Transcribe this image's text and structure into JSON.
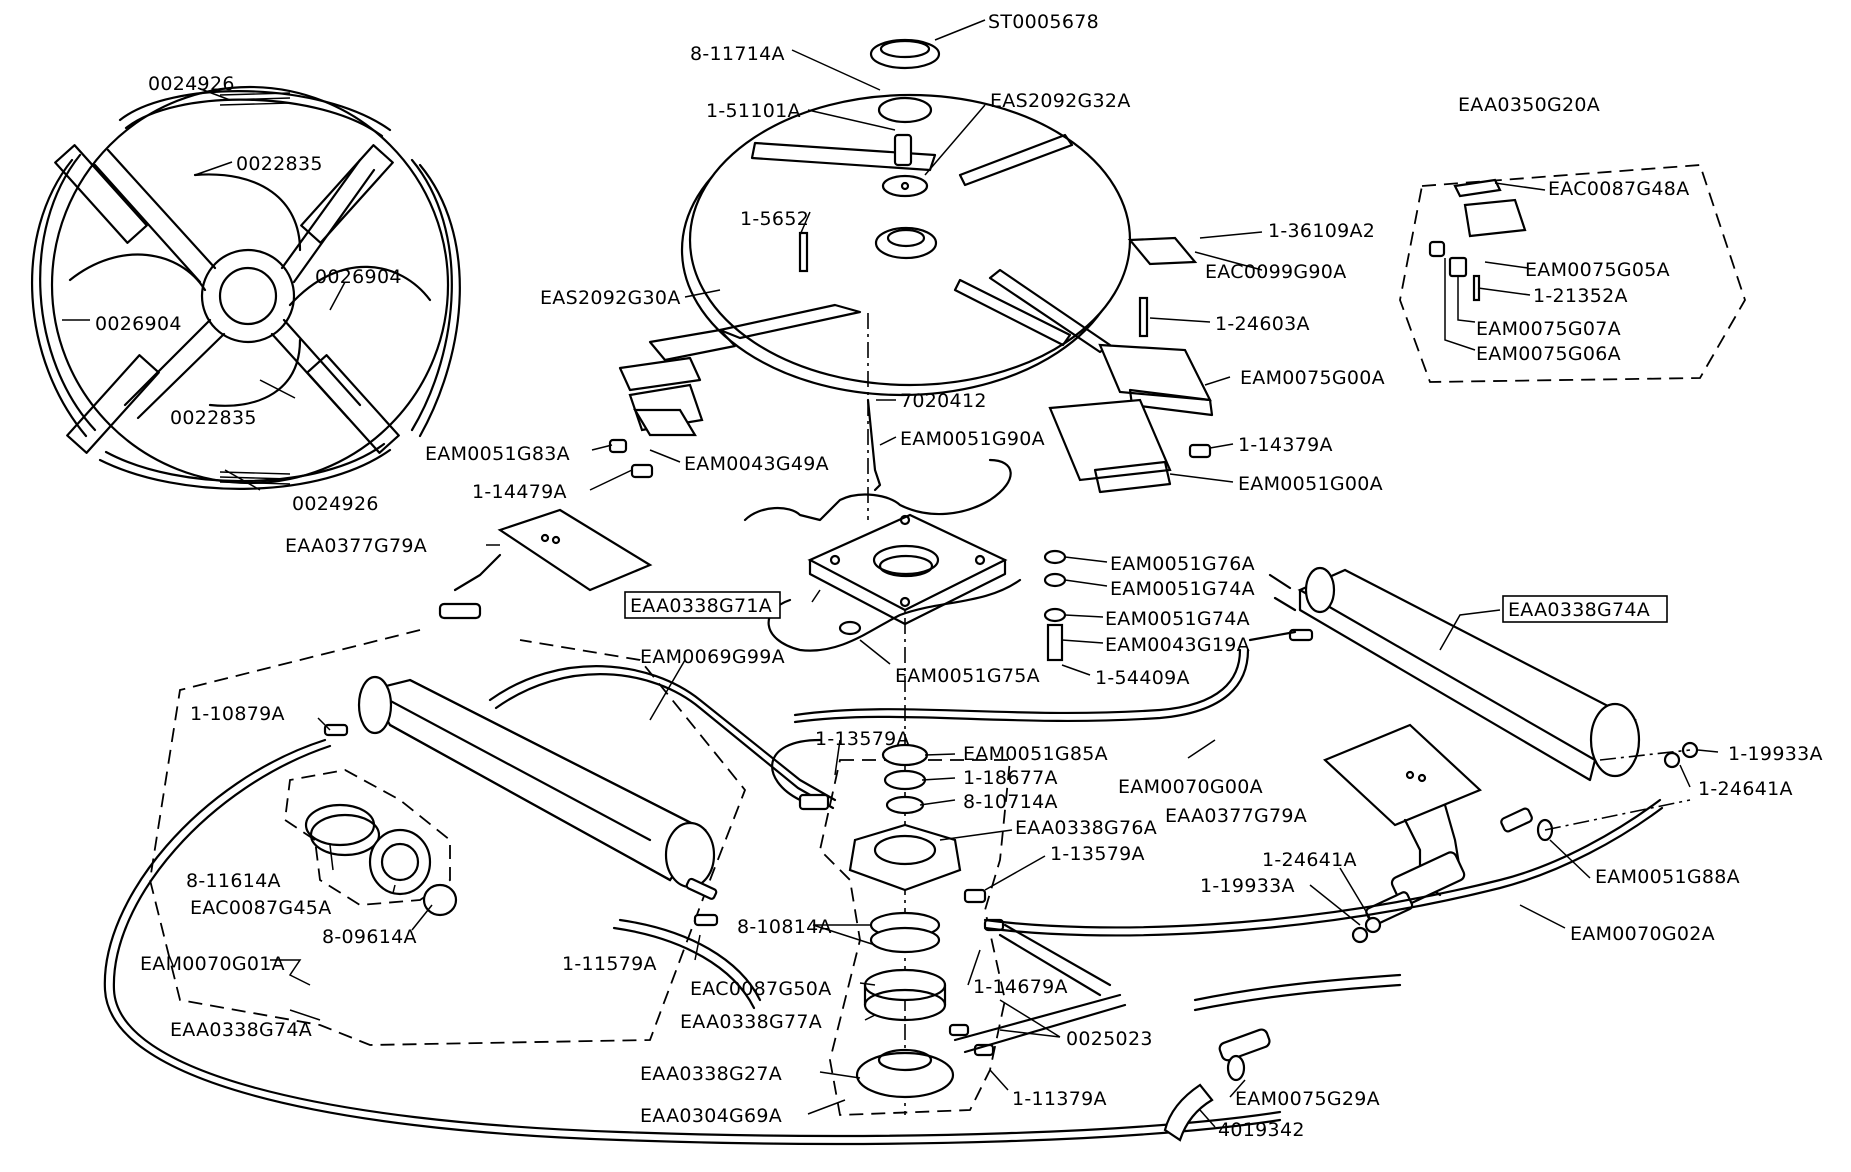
{
  "diagram": {
    "callouts": {
      "st0005678": "ST0005678",
      "p_8_11714a": "8-11714A",
      "p_1_51101a": "1-51101A",
      "eas2092g32a": "EAS2092G32A",
      "p_0024926_top": "0024926",
      "p_0022835_top": "0022835",
      "p_0026904_right": "0026904",
      "p_0026904_left": "0026904",
      "p_0022835_bottom": "0022835",
      "p_0024926_bottom": "0024926",
      "p_1_5652": "1-5652",
      "eas2092g30a": "EAS2092G30A",
      "p_1_36109a2": "1-36109A2",
      "eac0099g90a": "EAC0099G90A",
      "p_1_24603a": "1-24603A",
      "eam0075g00a": "EAM0075G00A",
      "p_7020412": "7020412",
      "eam0051g90a": "EAM0051G90A",
      "eam0051g83a": "EAM0051G83A",
      "eam0043g49a": "EAM0043G49A",
      "p_1_14479a": "1-14479A",
      "p_1_14379a": "1-14379A",
      "eam0051g00a": "EAM0051G00A",
      "eaa0350g20a": "EAA0350G20A",
      "eac0087g48a": "EAC0087G48A",
      "eam0075g05a": "EAM0075G05A",
      "p_1_21352a": "1-21352A",
      "eam0075g07a": "EAM0075G07A",
      "eam0075g06a": "EAM0075G06A",
      "eaa0377g79a_left": "EAA0377G79A",
      "eaa0338g71a": "EAA0338G71A",
      "eam0051g76a": "EAM0051G76A",
      "eam0051g74a_1": "EAM0051G74A",
      "eam0051g74a_2": "EAM0051G74A",
      "eam0043g19a": "EAM0043G19A",
      "p_1_54409a": "1-54409A",
      "eam0051g75a": "EAM0051G75A",
      "eaa0338g74a_right": "EAA0338G74A",
      "eam0069g99a": "EAM0069G99A",
      "p_1_10879a": "1-10879A",
      "p_1_13579a_top": "1-13579A",
      "eam0051g85a": "EAM0051G85A",
      "p_1_18677a": "1-18677A",
      "p_8_10714a": "8-10714A",
      "eam0070g00a": "EAM0070G00A",
      "eaa0377g79a_right": "EAA0377G79A",
      "p_1_19933a_right": "1-19933A",
      "p_1_24641a_right": "1-24641A",
      "eaa0338g76a": "EAA0338G76A",
      "p_1_13579a_mid": "1-13579A",
      "p_8_11614a": "8-11614A",
      "eac0087g45a": "EAC0087G45A",
      "p_8_09614a": "8-09614A",
      "p_1_24641a_left": "1-24641A",
      "p_1_19933a_left": "1-19933A",
      "eam0051g88a": "EAM0051G88A",
      "p_8_10814a": "8-10814A",
      "p_1_11579a": "1-11579A",
      "eam0070g02a": "EAM0070G02A",
      "eam0070g01a": "EAM0070G01A",
      "eac0087g50a": "EAC0087G50A",
      "p_1_14679a": "1-14679A",
      "eaa0338g74a_left": "EAA0338G74A",
      "eaa0338g77a": "EAA0338G77A",
      "p_0025023": "0025023",
      "eaa0338g27a": "EAA0338G27A",
      "p_1_11379a": "1-11379A",
      "eam0075g29a": "EAM0075G29A",
      "eaa0304g69a": "EAA0304G69A",
      "p_4019342": "4019342"
    }
  }
}
